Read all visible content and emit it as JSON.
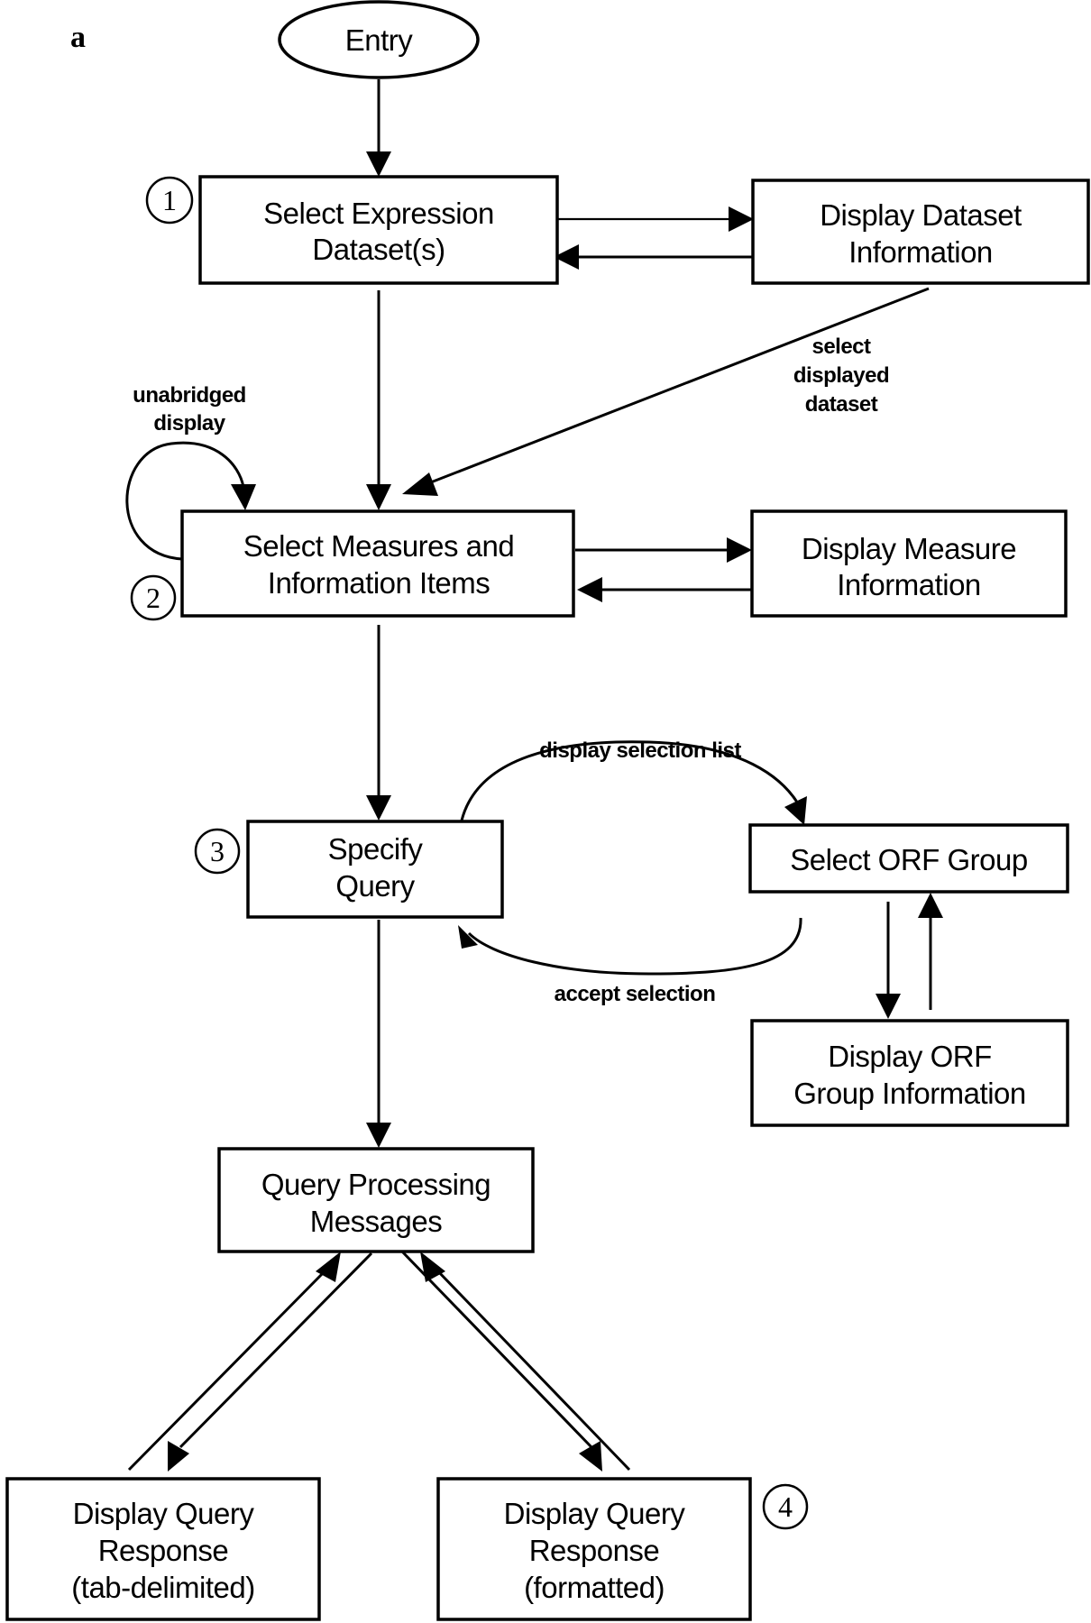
{
  "panel_label": "a",
  "nodes": {
    "entry": {
      "lines": [
        "Entry"
      ]
    },
    "select_dataset": {
      "lines": [
        "Select Expression",
        "Dataset(s)"
      ],
      "step": "1"
    },
    "display_dataset_info": {
      "lines": [
        "Display Dataset",
        "Information"
      ]
    },
    "select_measures": {
      "lines": [
        "Select Measures and",
        "Information Items"
      ],
      "step": "2"
    },
    "display_measure_info": {
      "lines": [
        "Display Measure",
        "Information"
      ]
    },
    "specify_query": {
      "lines": [
        "Specify",
        "Query"
      ],
      "step": "3"
    },
    "select_orf_group": {
      "lines": [
        "Select ORF Group"
      ]
    },
    "display_orf_group_info": {
      "lines": [
        "Display ORF",
        "Group Information"
      ]
    },
    "query_processing": {
      "lines": [
        "Query Processing",
        "Messages"
      ]
    },
    "display_response_tab": {
      "lines": [
        "Display Query",
        "Response",
        "(tab-delimited)"
      ]
    },
    "display_response_formatted": {
      "lines": [
        "Display Query",
        "Response",
        "(formatted)"
      ],
      "step": "4"
    }
  },
  "edge_labels": {
    "select_displayed_dataset": [
      "select",
      "displayed",
      "dataset"
    ],
    "unabridged_display": [
      "unabridged",
      "display"
    ],
    "display_selection_list": "display selection list",
    "accept_selection": "accept selection"
  }
}
